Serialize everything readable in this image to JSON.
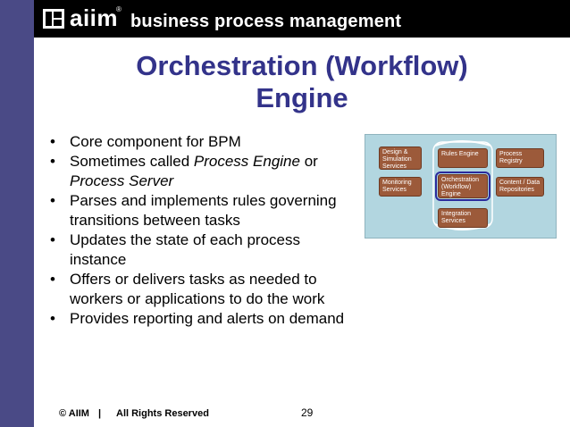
{
  "header": {
    "brand": "aiim",
    "registered": "®",
    "tagline": "business process management"
  },
  "title": {
    "line1": "Orchestration (Workflow)",
    "line2": "Engine"
  },
  "bullets": [
    {
      "text_before": "Core component for BPM",
      "italic": "",
      "text_after": ""
    },
    {
      "text_before": "Sometimes called ",
      "italic": "Process Engine",
      "text_after": " or "
    },
    {
      "text_before": "Parses and implements rules governing transitions between tasks",
      "italic": "",
      "text_after": ""
    },
    {
      "text_before": "Updates the state of each process instance",
      "italic": "",
      "text_after": ""
    },
    {
      "text_before": "Offers or delivers tasks as needed to workers or applications to do the work",
      "italic": "",
      "text_after": ""
    },
    {
      "text_before": "Provides reporting and alerts  on demand",
      "italic": "",
      "text_after": ""
    }
  ],
  "bullet2_italic2": "Process Server",
  "diagram": {
    "boxes": [
      {
        "label": "Design & Simulation Services"
      },
      {
        "label": "Rules Engine"
      },
      {
        "label": "Process Registry"
      },
      {
        "label": "Monitoring Services"
      },
      {
        "label": "Orchestration (Workflow) Engine"
      },
      {
        "label": "Content / Data Repositories"
      },
      {
        "label": "Integration Services"
      }
    ],
    "colors": {
      "background": "#b2d6e0",
      "box": "#9c5a3a",
      "highlight": "#2a2a9c"
    }
  },
  "footer": {
    "copyright": "© AIIM",
    "separator": "|",
    "rights": "All Rights Reserved",
    "page_number": "29"
  },
  "colors": {
    "left_bar": "#4a4a86",
    "header": "#000000",
    "title": "#33338a"
  }
}
